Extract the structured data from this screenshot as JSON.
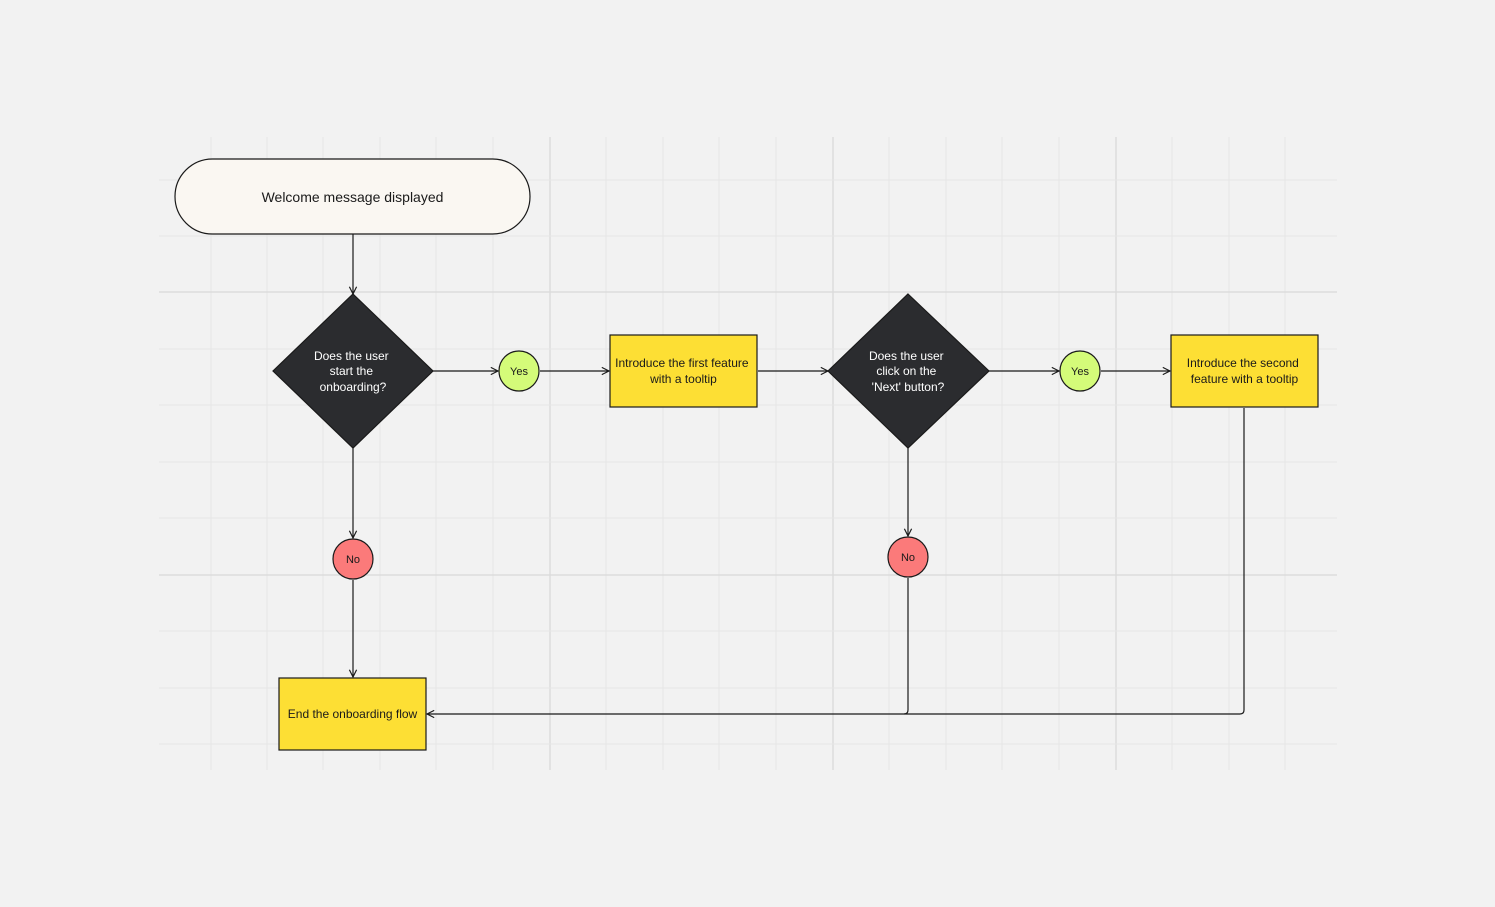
{
  "colors": {
    "background": "#f2f2f2",
    "grid_minor": "#e6e6e6",
    "grid_major": "#dcdcdc",
    "line": "#1a1a1a",
    "terminator_fill": "#faf7f2",
    "decision_fill": "#2b2c2f",
    "decision_text": "#ffffff",
    "process_fill": "#fddf34",
    "yes_fill": "#d4fb79",
    "no_fill": "#fb7a7a"
  },
  "nodes": {
    "start": {
      "label": "Welcome message displayed"
    },
    "decision1": {
      "lines": [
        "Does the user",
        "start the",
        "onboarding?"
      ]
    },
    "yes1": {
      "label": "Yes"
    },
    "process1": {
      "lines": [
        "Introduce the first feature",
        "with a tooltip"
      ]
    },
    "decision2": {
      "lines": [
        "Does the user",
        "click on the",
        "'Next' button?"
      ]
    },
    "yes2": {
      "label": "Yes"
    },
    "process2": {
      "lines": [
        "Introduce the second",
        "feature with a tooltip"
      ]
    },
    "no1": {
      "label": "No"
    },
    "no2": {
      "label": "No"
    },
    "end": {
      "label": "End the onboarding flow"
    }
  }
}
